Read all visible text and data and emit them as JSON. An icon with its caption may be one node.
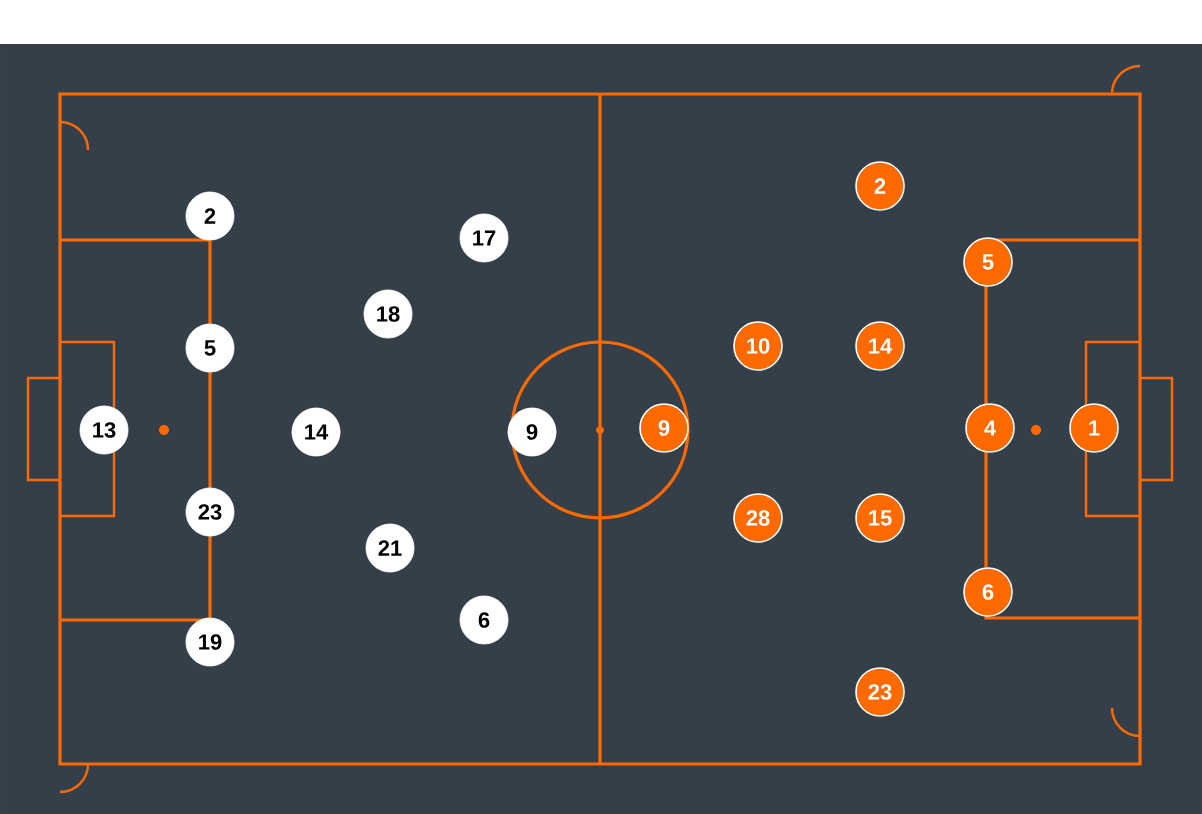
{
  "diagram": {
    "nodes": [
      {
        "text": [
          "13"
        ]
      },
      {
        "text": [
          "2"
        ]
      },
      {
        "text": [
          "5"
        ]
      },
      {
        "text": [
          "23"
        ]
      },
      {
        "text": [
          "19"
        ]
      },
      {
        "text": [
          "14"
        ]
      },
      {
        "text": [
          "17"
        ]
      },
      {
        "text": [
          "18"
        ]
      },
      {
        "text": [
          "21"
        ]
      },
      {
        "text": [
          "6"
        ]
      },
      {
        "text": [
          "9"
        ]
      },
      {
        "text": [
          "9"
        ]
      },
      {
        "text": [
          "10"
        ]
      },
      {
        "text": [
          "28"
        ]
      },
      {
        "text": [
          "2"
        ]
      },
      {
        "text": [
          "14"
        ]
      },
      {
        "text": [
          "15"
        ]
      },
      {
        "text": [
          "23"
        ]
      },
      {
        "text": [
          "5"
        ]
      },
      {
        "text": [
          "4"
        ]
      },
      {
        "text": [
          "6"
        ]
      },
      {
        "text": [
          "1"
        ]
      }
    ]
  }
}
